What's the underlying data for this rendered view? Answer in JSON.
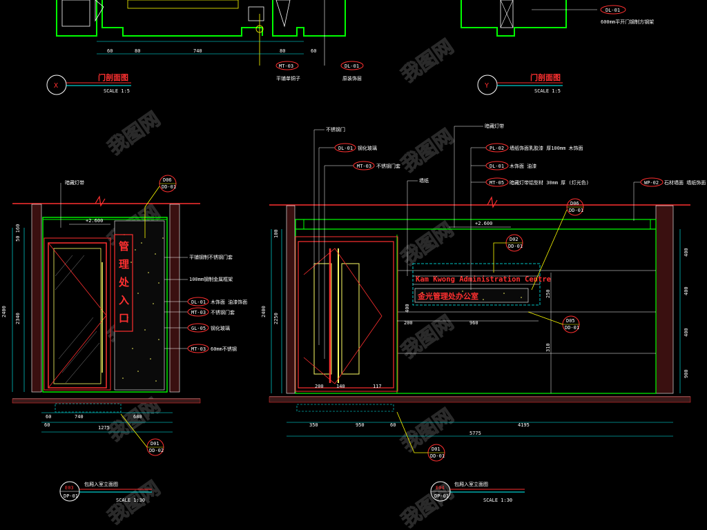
{
  "section_x": {
    "marker": "X",
    "title": "门剖面图",
    "scale": "SCALE 1:5",
    "dims": [
      "60",
      "80",
      "740",
      "80",
      "60"
    ],
    "tags": [
      "MT-03",
      "DL-01"
    ],
    "notes": [
      "平铺单铜子",
      "原装饰层"
    ]
  },
  "section_y": {
    "marker": "Y",
    "title": "门剖面图",
    "scale": "SCALE 1:5",
    "tag": "DL-01",
    "note": "600mm平开门钢制方钢架"
  },
  "elev_left": {
    "marker": "E03",
    "sheet": "DP-01",
    "title": "包厢入室立面图",
    "scale": "SCALE 1:30",
    "top_note": "暗藏灯带",
    "level": "+2.600",
    "dims_v": [
      "2400",
      "2340",
      "50 160"
    ],
    "dims_h": [
      "60",
      "740",
      "680",
      "1275",
      "60"
    ],
    "callouts": [
      {
        "code": "DL-01",
        "text": "木饰面 油漆饰面"
      },
      {
        "code": "MT-03",
        "text": "不锈钢门套"
      },
      {
        "code": "GL-05",
        "text": "钢化玻璃"
      },
      {
        "code": "MT-03",
        "text": "60mm不锈钢"
      }
    ],
    "side_notes": [
      "平铺钢制不锈钢门套",
      "100mm钢制金属框架"
    ],
    "detail_top": {
      "code": "D06",
      "sheet": "DD-01"
    },
    "detail_bot": {
      "code": "D01",
      "sheet": "DD-02"
    },
    "sign_text": "管理处入口"
  },
  "elev_right": {
    "marker": "E04",
    "sheet": "DP-01",
    "title": "包厢入室立面图",
    "scale": "SCALE 1:30",
    "top_notes": [
      "不锈钢门",
      "暗藏灯带",
      "墙纸"
    ],
    "level": "+2.600",
    "callouts_left": [
      {
        "code": "DL-01",
        "text": "钢化玻璃"
      },
      {
        "code": "MT-03",
        "text": "不锈钢门套"
      }
    ],
    "callouts_mid": [
      {
        "code": "PL-02",
        "text": "墙纸饰面乳胶漆 厚100mm 木饰面"
      },
      {
        "code": "DL-01",
        "text": "木饰面 油漆"
      },
      {
        "code": "MT-05",
        "text": "暗藏灯带铝型材 30mm 厚 (灯光色)"
      }
    ],
    "callout_right": {
      "code": "WP-02",
      "text": "石材墙面 墙纸饰面"
    },
    "sign_en": "Kam Kwong Administration Centre",
    "sign_cn": "金光管理处办公室",
    "dims_v": [
      "2400",
      "2250",
      "100",
      "250",
      "310",
      "400",
      "400",
      "400",
      "400",
      "900"
    ],
    "dims_h": [
      "350",
      "950",
      "60",
      "4195",
      "5775",
      "960",
      "200",
      "200",
      "140",
      "117"
    ],
    "details": [
      {
        "code": "D06",
        "sheet": "DD-01"
      },
      {
        "code": "D02",
        "sheet": "DD-01"
      },
      {
        "code": "D05",
        "sheet": "DD-01"
      },
      {
        "code": "D01",
        "sheet": "DD-01"
      }
    ]
  },
  "watermark": "我图网"
}
